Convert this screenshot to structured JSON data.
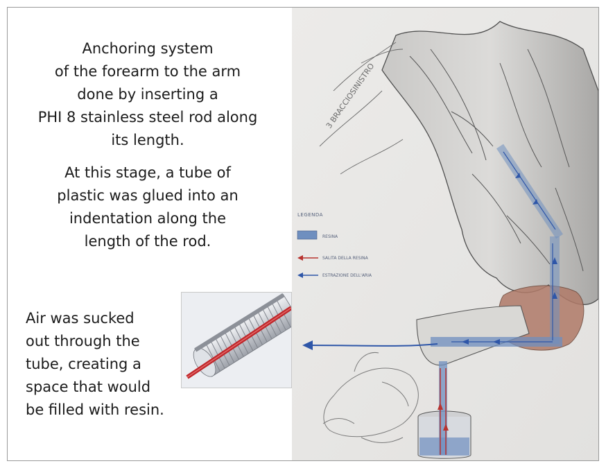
{
  "text": {
    "paragraph_1": "Anchoring system\nof the forearm to the arm\ndone by inserting a\nPHI 8 stainless steel rod along\nits length.",
    "paragraph_2": "At this stage, a tube of\nplastic was glued into an\nindentation along the\nlength of the rod.",
    "paragraph_3": "Air was sucked\nout through the\ntube, creating a\nspace that would\nbe filled with resin."
  },
  "drawing": {
    "legend": {
      "title": "LEGENDA",
      "items": [
        {
          "label": "RESINA",
          "icon": "resin-swatch-icon",
          "color": "#6f8fbf"
        },
        {
          "label": "SALITA DELLA RESINA",
          "icon": "red-arrow-icon",
          "color": "#b8332f"
        },
        {
          "label": "ESTRAZIONE DELL'ARIA",
          "icon": "blue-arrow-icon",
          "color": "#2e56a8"
        }
      ]
    },
    "stamp_text": "3 BRACCIOSINISTRO",
    "colors": {
      "paper": "#e9e8e6",
      "pencil": "#5a5a5a",
      "resin": "#6f8fbf",
      "air_arrow": "#2e56a8",
      "resin_arrow": "#b8332f",
      "flesh": "#b07a68"
    }
  },
  "inset": {
    "rod_color": "#c4c8cf",
    "tube_color": "#c0262a"
  }
}
